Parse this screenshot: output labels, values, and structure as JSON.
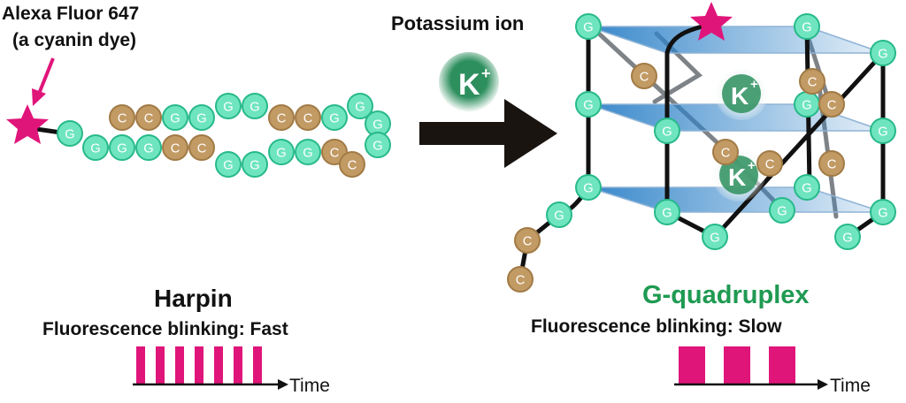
{
  "colors": {
    "guanine": "#6fe5bf",
    "guanine_stroke": "#27b98a",
    "cytosine": "#c29a64",
    "cytosine_stroke": "#a17a45",
    "dye": "#e0157a",
    "arrow": "#1a1410",
    "plane": "#2e82c8",
    "title_green": "#1f9a52",
    "potassium": "#2d8f5e"
  },
  "labels": {
    "dye_line1": "Alexa Fluor 647",
    "dye_line2": "(a cyanin dye)",
    "potassium_label": "Potassium ion",
    "ion_symbol": "K",
    "ion_charge": "+",
    "base_g": "G",
    "base_c": "C",
    "left_title": "Harpin",
    "left_subtitle": "Fluorescence blinking: Fast",
    "right_title": "G-quadruplex",
    "right_subtitle": "Fluorescence blinking: Slow",
    "time_axis_left": "Time",
    "time_axis_right": "Time"
  },
  "icons": {
    "dye": "star-icon",
    "pointer": "pointer-arrow-icon",
    "transition": "right-arrow-icon"
  },
  "blinking": {
    "fast_pulse_count": 7,
    "slow_pulse_count": 3
  }
}
